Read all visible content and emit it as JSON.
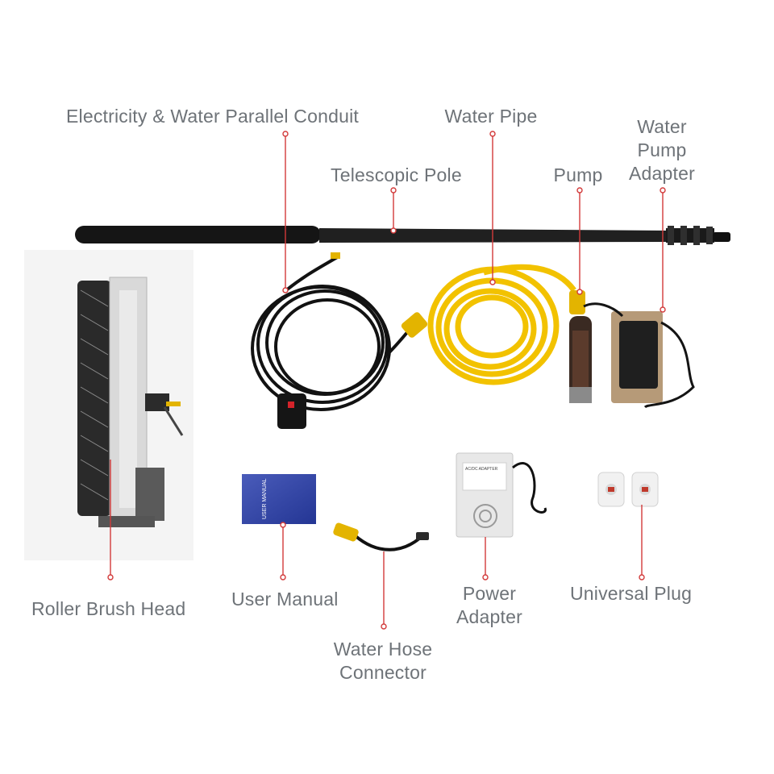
{
  "labels": {
    "conduit": "Electricity & Water Parallel Conduit",
    "water_pipe": "Water Pipe",
    "pump_adapter": "Water\nPump\nAdapter",
    "telescopic_pole": "Telescopic Pole",
    "pump": "Pump",
    "roller_brush": "Roller Brush Head",
    "user_manual": "User Manual",
    "power_adapter": "Power\nAdapter",
    "universal_plug": "Universal Plug",
    "hose_connector": "Water Hose\nConnector"
  },
  "manual_cover_text": "USER MANUAL",
  "power_adapter_plate_text": "AC/DC ADAPTER",
  "colors": {
    "label_text": "#6e7378",
    "leader_line": "#d23a3a",
    "pipe_yellow": "#f2c200",
    "pole_black": "#1c1c1c",
    "manual_blue": "#2a3fae"
  }
}
